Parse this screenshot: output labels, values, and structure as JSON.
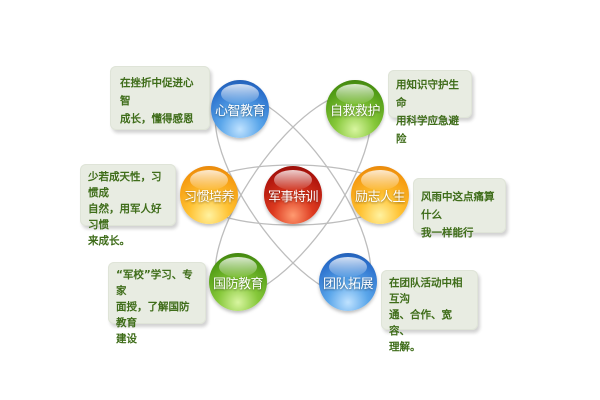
{
  "diagram": {
    "center": {
      "label": "军事特训",
      "color": "#b0140c"
    },
    "nodes": [
      {
        "id": "mind",
        "label": "心智教育",
        "color": "#2a6fcc",
        "description_lines": [
          "在挫折中促进心智",
          "成长，懂得感恩"
        ]
      },
      {
        "id": "rescue",
        "label": "自救救护",
        "color": "#4f9a14",
        "description_lines": [
          "用知识守护生命",
          "用科学应急避险"
        ]
      },
      {
        "id": "habit",
        "label": "习惯培养",
        "color": "#f59a0f",
        "description_lines": [
          "少若成天性，习惯成",
          "自然，用军人好习惯",
          "来成长。"
        ]
      },
      {
        "id": "inspire",
        "label": "励志人生",
        "color": "#f59a0f",
        "description_lines": [
          "风雨中这点痛算什么",
          "我一样能行"
        ]
      },
      {
        "id": "defense",
        "label": "国防教育",
        "color": "#4f9a14",
        "description_lines": [
          "“军校”学习、专家",
          "面授，了解国防教育",
          "建设"
        ]
      },
      {
        "id": "team",
        "label": "团队拓展",
        "color": "#2a6fcc",
        "description_lines": [
          "在团队活动中相互沟",
          "通、合作、宽容、",
          "理解。"
        ]
      }
    ],
    "box_color": "#e8ece2",
    "text_color": "#3f6d1a",
    "orbit_color": "#b8b8b8"
  }
}
